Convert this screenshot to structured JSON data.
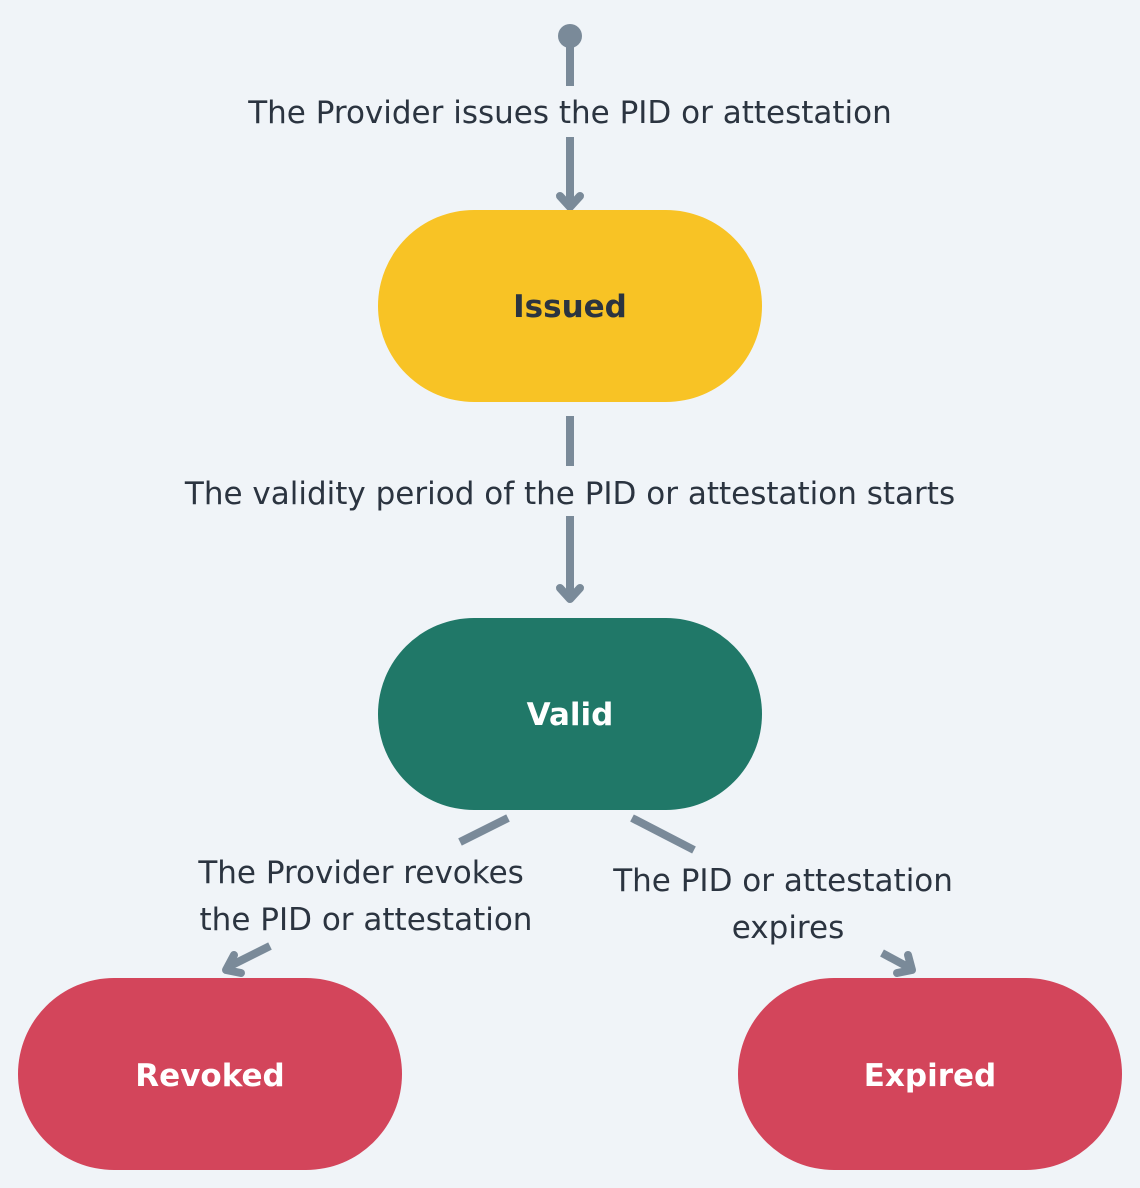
{
  "colors": {
    "background": "#f0f4f8",
    "edge": "#7a8a99",
    "issued_fill": "#f8c325",
    "issued_text": "#2b3440",
    "valid_fill": "#207868",
    "valid_text": "#ffffff",
    "terminal_fill": "#d3455b",
    "terminal_text": "#ffffff"
  },
  "nodes": {
    "issued": {
      "label": "Issued"
    },
    "valid": {
      "label": "Valid"
    },
    "revoked": {
      "label": "Revoked"
    },
    "expired": {
      "label": "Expired"
    }
  },
  "edges": {
    "start_to_issued": {
      "label": "The Provider issues the PID or attestation"
    },
    "issued_to_valid": {
      "label": "The validity period of the PID or attestation starts"
    },
    "valid_to_revoked": {
      "label_lines": [
        "The Provider revokes",
        "the PID or attestation"
      ]
    },
    "valid_to_expired": {
      "label_lines": [
        "The PID or attestation",
        "expires"
      ]
    }
  }
}
